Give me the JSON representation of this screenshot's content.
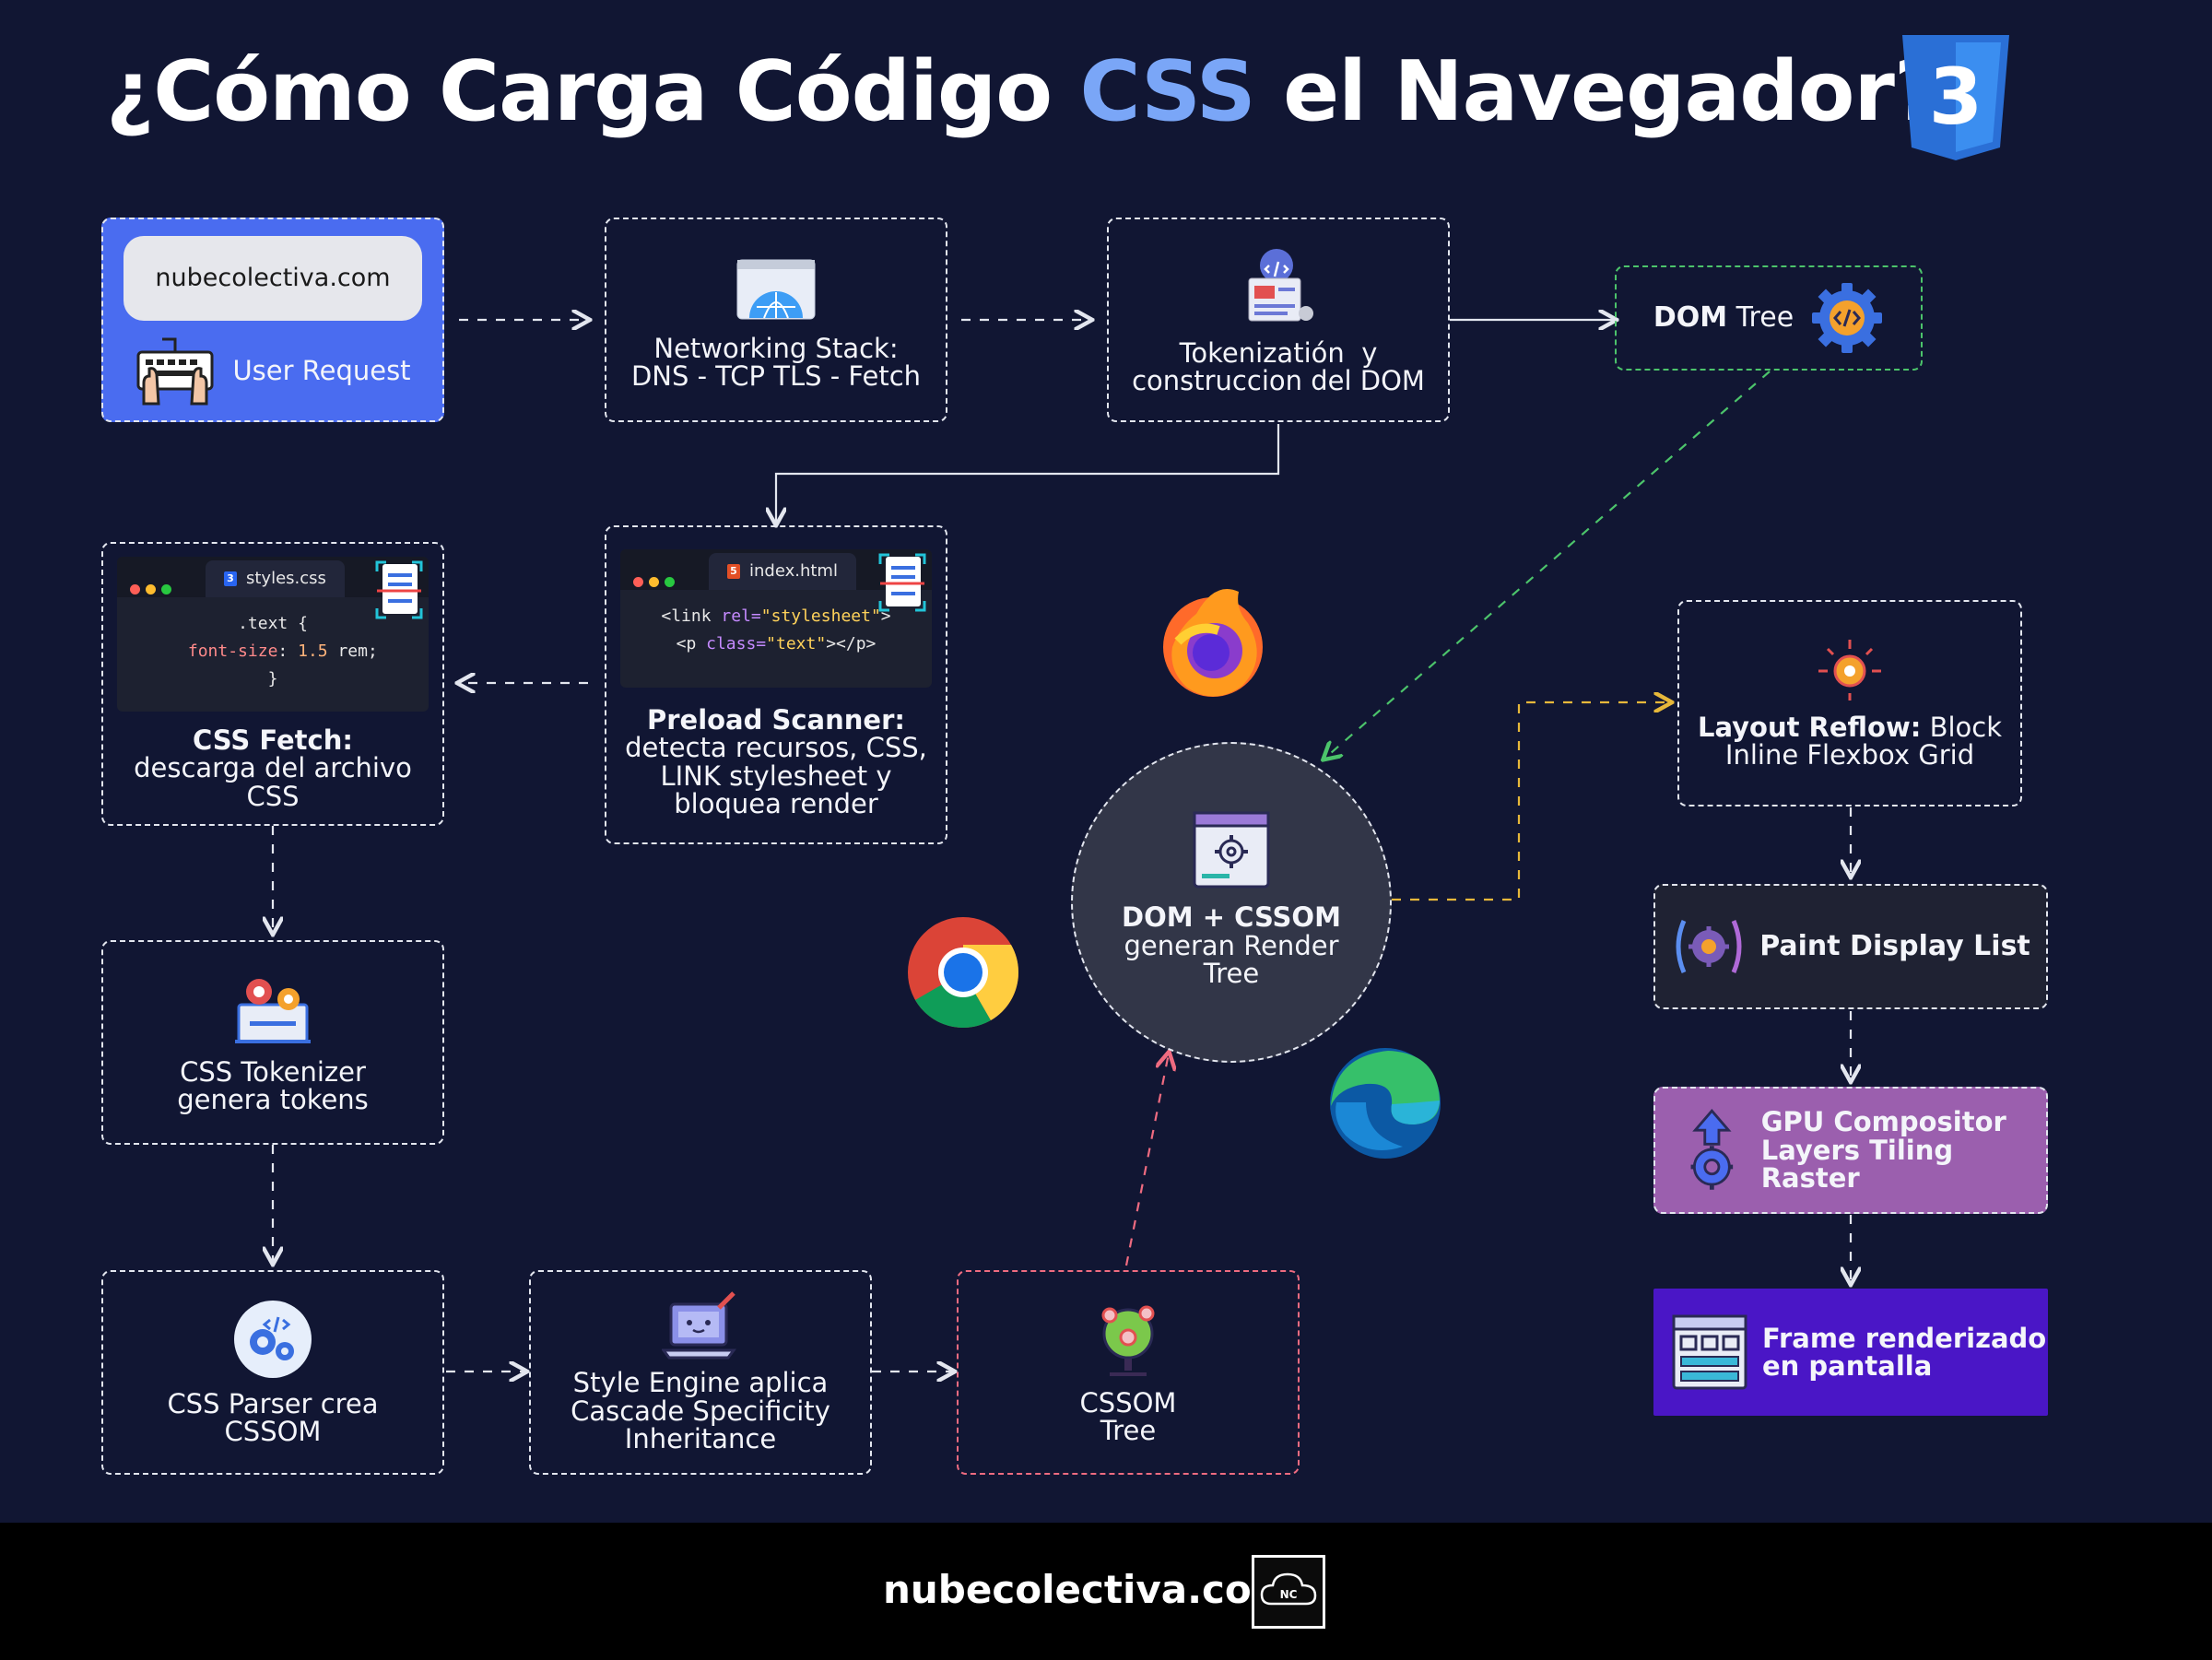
{
  "title": {
    "before": "¿Cómo Carga Código ",
    "accent": "CSS",
    "after": " el Navegador?"
  },
  "colors": {
    "background": "#111633",
    "accent": "#7aa6f7",
    "user_request_bg": "#4a6cf0",
    "dom_tree_border": "#4cc46b",
    "cssom_border": "#ef6b80",
    "layout_connector": "#e7b83a",
    "gpu_bg": "#9b5fae",
    "frame_bg": "#4a16c6",
    "paint_bg": "#1f2233"
  },
  "nodes": {
    "user_request": {
      "url": "nubecolectiva.com",
      "label": "User Request",
      "icon": "keyboard-hands-icon"
    },
    "networking": {
      "line1": "Networking Stack:",
      "line2": "DNS - TCP TLS - Fetch",
      "icon": "browser-globe-icon"
    },
    "tokenization": {
      "line1": "Tokenizatión  y",
      "line2": "construccion del DOM",
      "icon": "code-document-icon"
    },
    "dom_tree": {
      "bold": "DOM",
      "rest": " Tree",
      "icon": "code-gear-icon"
    },
    "preload": {
      "title": "Preload Scanner:",
      "line1": "detecta recursos, CSS,",
      "line2": "LINK stylesheet y",
      "line3": "bloquea render",
      "file": "index.html",
      "code_line1_tag": "<link ",
      "code_line1_attr": "rel=",
      "code_line1_str": "\"stylesheet\"",
      "code_line1_end": ">",
      "code_line2_tag": "<p ",
      "code_line2_attr": "class=",
      "code_line2_str": "\"text\"",
      "code_line2_end": "></p>"
    },
    "css_fetch": {
      "title": "CSS Fetch:",
      "line1": "descarga del archivo",
      "line2": "CSS",
      "file": "styles.css",
      "code_line1": ".text {",
      "code_prop": "font-size",
      "code_colon": ": ",
      "code_num": "1.5",
      "code_unit": " rem;",
      "code_line3": "}"
    },
    "css_tokenizer": {
      "line1": "CSS Tokenizer",
      "line2": "genera tokens",
      "icon": "gears-screen-icon"
    },
    "css_parser": {
      "line1": "CSS Parser crea",
      "line2": "CSSOM",
      "icon": "code-cog-circle-icon"
    },
    "style_engine": {
      "line1": "Style Engine aplica",
      "line2": "Cascade Specificity",
      "line3": "Inheritance",
      "icon": "laptop-pen-icon"
    },
    "cssom_tree": {
      "line1": "CSSOM",
      "line2": "Tree",
      "icon": "tree-icon"
    },
    "render_tree": {
      "title": "DOM + CSSOM",
      "line1": "generan Render",
      "line2": "Tree",
      "icon": "window-gear-icon"
    },
    "layout": {
      "bold": "Layout Reflow:",
      "rest": " Block",
      "line2": "Inline Flexbox Grid",
      "icon": "sun-gear-icon"
    },
    "paint": {
      "label": "Paint Display List",
      "icon": "paint-gear-icon"
    },
    "gpu": {
      "line1": "GPU Compositor",
      "line2": "Layers Tiling Raster",
      "icon": "gpu-gear-icon"
    },
    "frame": {
      "line1": "Frame renderizado",
      "line2": "en pantalla",
      "icon": "window-frame-icon"
    }
  },
  "browsers": [
    "firefox-logo",
    "chrome-logo",
    "edge-logo"
  ],
  "css3_logo_text": "3",
  "footer": {
    "text": "nubecolectiva.com",
    "logo_text": "NC"
  }
}
